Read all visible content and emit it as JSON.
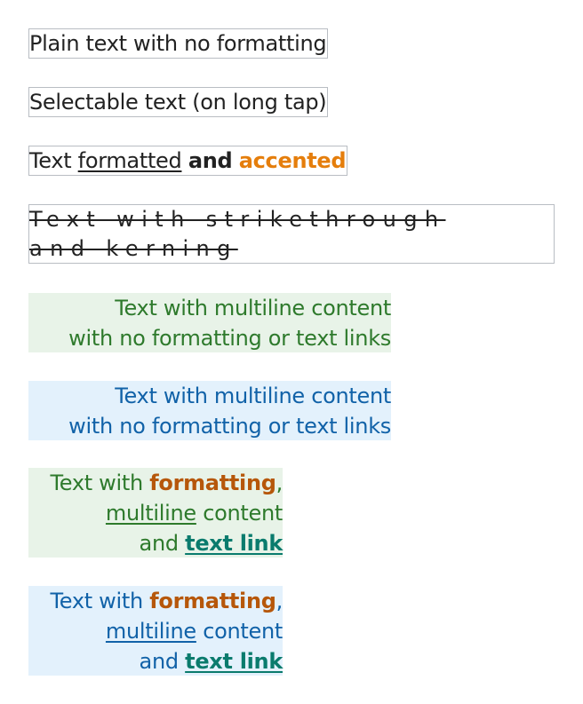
{
  "plain": {
    "text": "Plain text with no formatting"
  },
  "selectable": {
    "text": "Selectable text (on long tap)"
  },
  "formatted": {
    "part1": "Text ",
    "underlined": "formatted",
    "space": " ",
    "bold": "and",
    "space2": " ",
    "accent": "accented"
  },
  "strike": {
    "line1": "Text with strikethrough",
    "line2": "and kerning"
  },
  "multiline_green": {
    "line1": "Text with multiline content",
    "line2": "with no formatting or text links"
  },
  "multiline_blue": {
    "line1": "Text with multiline content",
    "line2": "with no formatting or text links"
  },
  "rich_green": {
    "prefix": "Text with ",
    "formatting": "formatting",
    "comma": ",",
    "underlined": "multiline",
    "content": " content",
    "and": "and ",
    "link": "text link"
  },
  "rich_blue": {
    "prefix": "Text with ",
    "formatting": "formatting",
    "comma": ",",
    "underlined": "multiline",
    "content": " content",
    "and": "and ",
    "link": "text link"
  },
  "colors": {
    "accent_orange": "#e57e0c",
    "green_text": "#2e7a2c",
    "green_bg": "#e8f3e8",
    "blue_text": "#1162a8",
    "blue_bg": "#e3f1fc",
    "formatting_orange": "#b6570a",
    "link_teal": "#0a7b6d",
    "border_gray": "#b9bdc3"
  }
}
